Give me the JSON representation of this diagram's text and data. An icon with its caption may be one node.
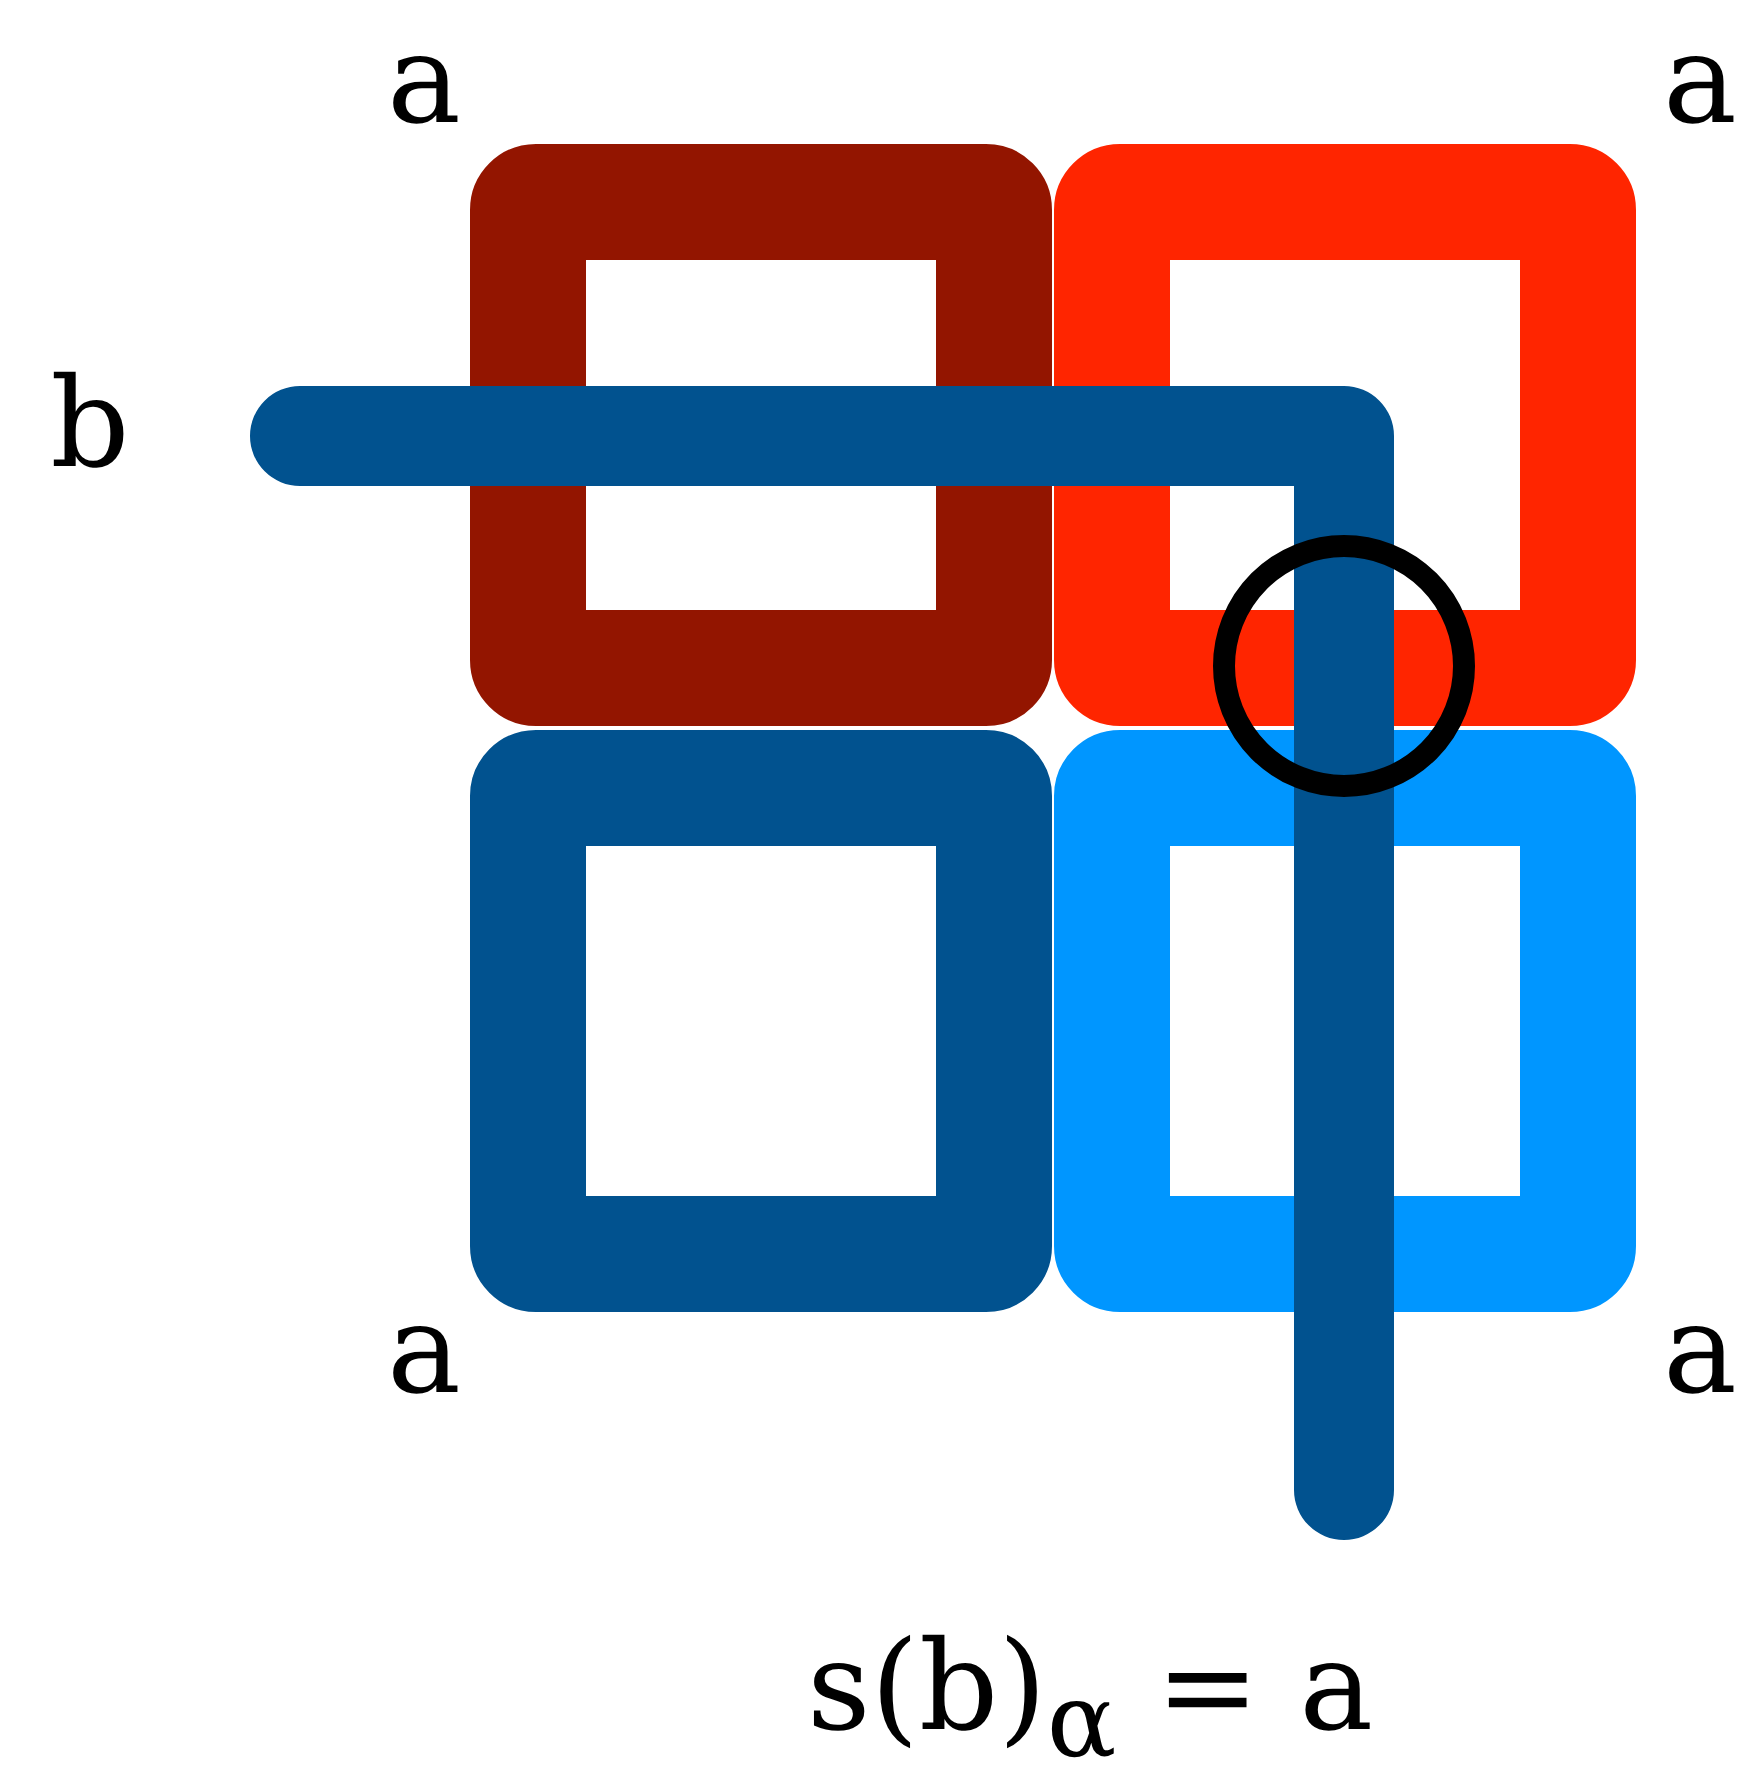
{
  "diagram": {
    "labels": [
      "a",
      "a",
      "b",
      "a",
      "a",
      "s(b)$_{α}$ = a"
    ]
  }
}
